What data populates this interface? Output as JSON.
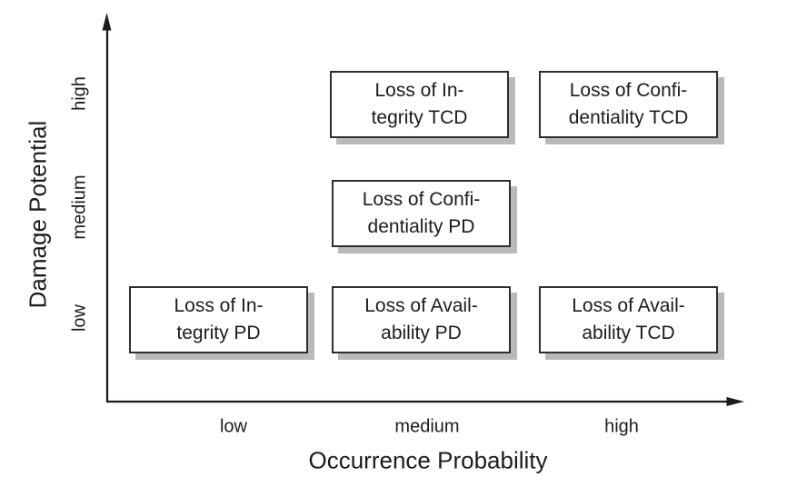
{
  "figure": {
    "x_axis": {
      "label": "Occurrence Probability",
      "ticks": [
        "low",
        "medium",
        "high"
      ]
    },
    "y_axis": {
      "label": "Damage Potential",
      "ticks": [
        "low",
        "medium",
        "high"
      ]
    }
  },
  "boxes": [
    {
      "label": "Loss of Integrity TCD",
      "line1": "Loss of In-",
      "line2": "tegrity TCD",
      "x": "medium",
      "y": "high"
    },
    {
      "label": "Loss of Confidentiality TCD",
      "line1": "Loss of Confi-",
      "line2": "dentiality TCD",
      "x": "high",
      "y": "high"
    },
    {
      "label": "Loss of Confidentiality PD",
      "line1": "Loss of Confi-",
      "line2": "dentiality PD",
      "x": "medium",
      "y": "medium"
    },
    {
      "label": "Loss of Integrity PD",
      "line1": "Loss of In-",
      "line2": "tegrity PD",
      "x": "low",
      "y": "low"
    },
    {
      "label": "Loss of Availability PD",
      "line1": "Loss of Avail-",
      "line2": "ability PD",
      "x": "medium",
      "y": "low"
    },
    {
      "label": "Loss of Availability TCD",
      "line1": "Loss of Avail-",
      "line2": "ability TCD",
      "x": "high",
      "y": "low"
    }
  ],
  "colors": {
    "text": "#1c1c1c",
    "box_border": "#2e2e2e",
    "box_fill": "#ffffff",
    "box_shadow": "#b9b9b9",
    "axis": "#1c1c1c",
    "background": "#ffffff"
  },
  "chart_data": {
    "type": "scatter",
    "title": "",
    "xlabel": "Occurrence Probability",
    "ylabel": "Damage Potential",
    "x_ticks": [
      "low",
      "medium",
      "high"
    ],
    "y_ticks": [
      "low",
      "medium",
      "high"
    ],
    "grid": false,
    "legend": "none",
    "points": [
      {
        "label": "Loss of Integrity TCD",
        "x": "medium",
        "y": "high"
      },
      {
        "label": "Loss of Confidentiality TCD",
        "x": "high",
        "y": "high"
      },
      {
        "label": "Loss of Confidentiality PD",
        "x": "medium",
        "y": "medium"
      },
      {
        "label": "Loss of Integrity PD",
        "x": "low",
        "y": "low"
      },
      {
        "label": "Loss of Availability PD",
        "x": "medium",
        "y": "low"
      },
      {
        "label": "Loss of Availability TCD",
        "x": "high",
        "y": "low"
      }
    ]
  }
}
